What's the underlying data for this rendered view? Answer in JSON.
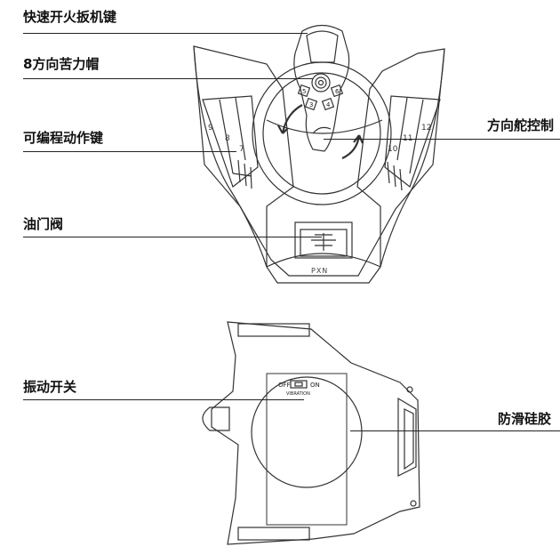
{
  "callouts": {
    "trigger": "快速开火扳机键",
    "hat": "8方向苦力帽",
    "programmable": "可编程动作键",
    "throttle": "油门阀",
    "rudder": "方向舵控制",
    "vibration": "振动开关",
    "antislip": "防滑硅胶"
  },
  "button_numbers": {
    "left": [
      "9",
      "8",
      "7"
    ],
    "right": [
      "10",
      "11",
      "12"
    ],
    "hat": [
      "5",
      "6",
      "3",
      "4"
    ]
  },
  "brand": "PXN",
  "switch": {
    "off": "OFF",
    "on": "ON",
    "caption": "VIBRATION"
  }
}
